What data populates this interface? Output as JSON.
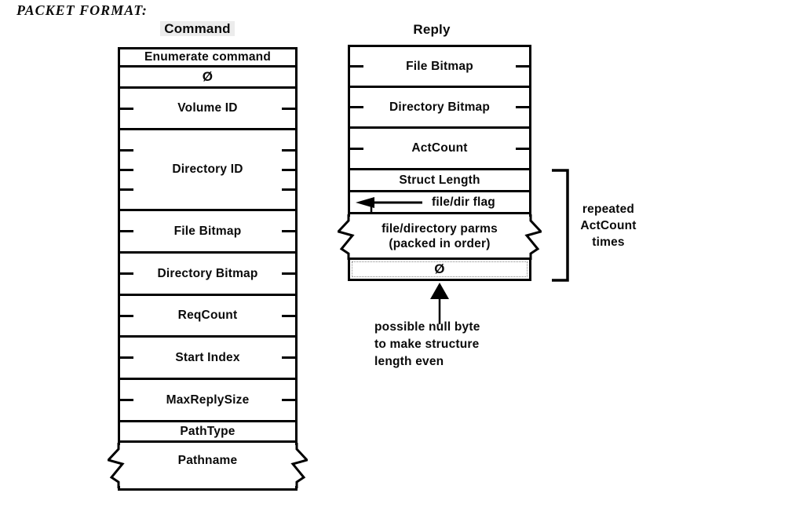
{
  "title": "PACKET FORMAT:",
  "command": {
    "header": "Command",
    "rows": [
      {
        "label": "Enumerate command"
      },
      {
        "label": "Ø"
      },
      {
        "label": "Volume ID"
      },
      {
        "label": "Directory ID"
      },
      {
        "label": "File Bitmap"
      },
      {
        "label": "Directory Bitmap"
      },
      {
        "label": "ReqCount"
      },
      {
        "label": "Start Index"
      },
      {
        "label": "MaxReplySize"
      },
      {
        "label": "PathType"
      },
      {
        "label": "Pathname"
      }
    ]
  },
  "reply": {
    "header": "Reply",
    "rows": [
      {
        "label": "File Bitmap"
      },
      {
        "label": "Directory Bitmap"
      },
      {
        "label": "ActCount"
      },
      {
        "label": "Struct Length"
      },
      {
        "label": "file/dir flag"
      },
      {
        "label": "file/directory parms",
        "label2": "(packed in order)"
      },
      {
        "label": "Ø"
      }
    ]
  },
  "annotations": {
    "repeat_note": {
      "line1": "repeated",
      "line2": "ActCount",
      "line3": "times"
    },
    "null_byte_note": {
      "line1": "possible null byte",
      "line2": "to make structure",
      "line3": "length even"
    }
  },
  "colors": {
    "ink": "#000000",
    "paper": "#ffffff",
    "header_highlight": "#ececec"
  }
}
